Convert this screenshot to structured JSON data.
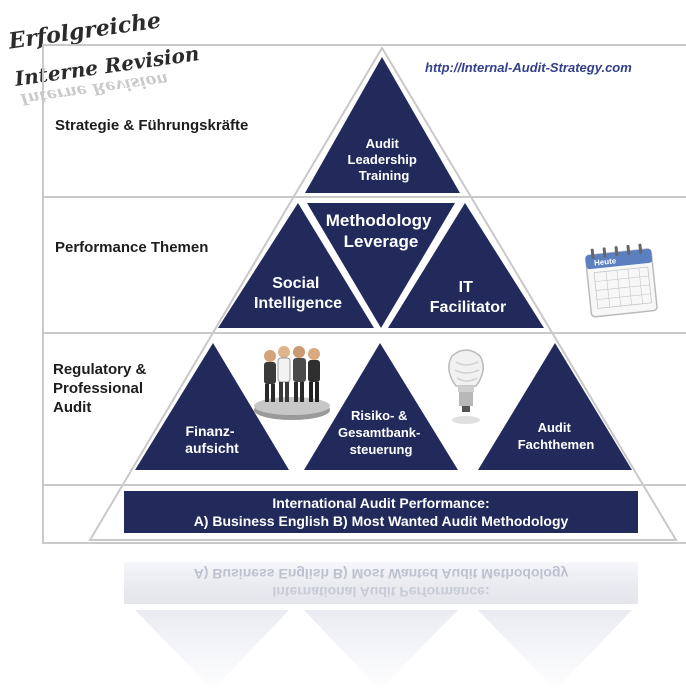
{
  "logo": {
    "line1": "Erfolgreiche",
    "line2": "Interne Revision"
  },
  "url": "http://Internal-Audit-Strategy.com",
  "rows": {
    "top": "Strategie & Führungskräfte",
    "middle": "Performance Themen",
    "bottom_l1": "Regulatory &",
    "bottom_l2": "Professional",
    "bottom_l3": "Audit"
  },
  "triangles": {
    "leadership": [
      "Audit",
      "Leadership",
      "Training"
    ],
    "methodology": [
      "Methodology",
      "Leverage"
    ],
    "social": [
      "Social",
      "Intelligence"
    ],
    "it": [
      "IT",
      "Facilitator"
    ],
    "finanz": [
      "Finanz-",
      "aufsicht"
    ],
    "risiko": [
      "Risiko- &",
      "Gesamtbank-",
      "steuerung"
    ],
    "fachthemen": [
      "Audit",
      "Fachthemen"
    ]
  },
  "calendar": {
    "label": "Heute"
  },
  "bottom_bar": {
    "line1": "International Audit Performance:",
    "line2": "A) Business English B) Most Wanted Audit Methodology"
  },
  "colors": {
    "triangle": "#222a5c",
    "text_dark": "#1d1d1d",
    "url": "#33408a",
    "band_border": "#c9c9c9"
  }
}
